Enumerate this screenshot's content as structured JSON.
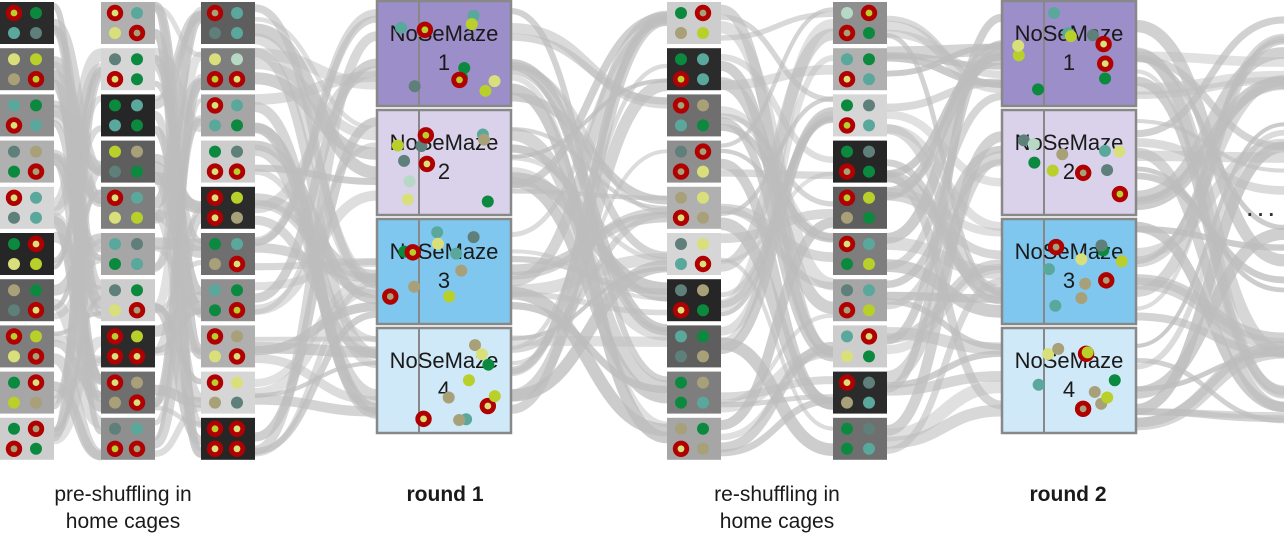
{
  "arena": {
    "name": "NoSeMaze"
  },
  "stages": {
    "pre_shuffling": {
      "line1": "pre-shuffling in",
      "line2": "home cages"
    },
    "round1": {
      "label": "round 1"
    },
    "re_shuffling": {
      "line1": "re-shuffling in",
      "line2": "home cages"
    },
    "round2": {
      "label": "round 2"
    }
  },
  "continuation": "...",
  "colors": {
    "cage_shades": [
      "#2b2b2b",
      "#6f6f6f",
      "#8f8f8f",
      "#b0b0b0",
      "#d6d6d6",
      "#262626",
      "#5e5e5e",
      "#7e7e7e",
      "#a6a6a6",
      "#cdcdcd"
    ],
    "arena_fills": [
      "#9b8ec9",
      "#d9d2ea",
      "#7fc7ee",
      "#d0e9f8"
    ],
    "arena_border": "#888888",
    "flow": "#bdbdbd",
    "animal_colors": [
      "#0b8a3f",
      "#5aa89c",
      "#5f7f7a",
      "#d9df7a",
      "#b9cf2a",
      "#a8a078",
      "#b7d8c4"
    ],
    "ring_color": "#b00000"
  },
  "cage_columns": [
    {
      "animals": [
        [
          "r",
          "a",
          "b",
          "c"
        ],
        [
          "d",
          "e",
          "f",
          "r"
        ],
        [
          "b",
          "a",
          "r",
          "b"
        ],
        [
          "c",
          "f",
          "a",
          "r"
        ],
        [
          "r",
          "b",
          "c",
          "b"
        ],
        [
          "a",
          "r",
          "d",
          "e"
        ],
        [
          "f",
          "a",
          "c",
          "r"
        ],
        [
          "r",
          "e",
          "d",
          "r"
        ],
        [
          "a",
          "r",
          "e",
          "f"
        ],
        [
          "a",
          "r",
          "r",
          "a"
        ]
      ]
    },
    {
      "animals": [
        [
          "r",
          "b",
          "d",
          "r"
        ],
        [
          "c",
          "a",
          "r",
          "a"
        ],
        [
          "a",
          "b",
          "b",
          "a"
        ],
        [
          "e",
          "f",
          "c",
          "a"
        ],
        [
          "r",
          "b",
          "d",
          "e"
        ],
        [
          "b",
          "c",
          "a",
          "b"
        ],
        [
          "c",
          "a",
          "d",
          "r"
        ],
        [
          "r",
          "e",
          "r",
          "r"
        ],
        [
          "r",
          "f",
          "f",
          "r"
        ],
        [
          "c",
          "b",
          "r",
          "r"
        ]
      ]
    },
    {
      "animals": [
        [
          "r",
          "b",
          "c",
          "b"
        ],
        [
          "d",
          "g",
          "r",
          "r"
        ],
        [
          "r",
          "b",
          "b",
          "a"
        ],
        [
          "a",
          "c",
          "r",
          "r"
        ],
        [
          "r",
          "e",
          "r",
          "f"
        ],
        [
          "a",
          "b",
          "f",
          "r"
        ],
        [
          "b",
          "a",
          "a",
          "r"
        ],
        [
          "r",
          "f",
          "d",
          "r"
        ],
        [
          "r",
          "d",
          "f",
          "c"
        ],
        [
          "r",
          "r",
          "r",
          "r"
        ]
      ]
    },
    {
      "animals": [
        [
          "a",
          "r",
          "f",
          "e"
        ],
        [
          "a",
          "b",
          "r",
          "b"
        ],
        [
          "r",
          "f",
          "b",
          "a"
        ],
        [
          "c",
          "r",
          "r",
          "d"
        ],
        [
          "f",
          "d",
          "r",
          "f"
        ],
        [
          "c",
          "d",
          "b",
          "r"
        ],
        [
          "c",
          "f",
          "r",
          "a"
        ],
        [
          "b",
          "a",
          "c",
          "f"
        ],
        [
          "a",
          "f",
          "a",
          "b"
        ],
        [
          "f",
          "a",
          "r",
          "f"
        ]
      ]
    },
    {
      "animals": [
        [
          "g",
          "r",
          "r",
          "a"
        ],
        [
          "b",
          "a",
          "r",
          "b"
        ],
        [
          "a",
          "c",
          "r",
          "b"
        ],
        [
          "a",
          "c",
          "r",
          "a"
        ],
        [
          "r",
          "e",
          "f",
          "a"
        ],
        [
          "r",
          "b",
          "a",
          "e"
        ],
        [
          "c",
          "b",
          "r",
          "e"
        ],
        [
          "b",
          "r",
          "d",
          "a"
        ],
        [
          "r",
          "c",
          "f",
          "b"
        ],
        [
          "a",
          "c",
          "a",
          "b"
        ]
      ]
    }
  ],
  "arena_animals": [
    [
      "r",
      "a",
      "b",
      "b",
      "c",
      "e",
      "e",
      "d",
      "a",
      "r"
    ],
    [
      "b",
      "c",
      "r",
      "e",
      "g",
      "c",
      "f",
      "d",
      "a",
      "r"
    ],
    [
      "a",
      "f",
      "r",
      "e",
      "b",
      "c",
      "b",
      "r",
      "f",
      "d"
    ],
    [
      "r",
      "e",
      "f",
      "f",
      "b",
      "d",
      "e",
      "a",
      "r",
      "f"
    ]
  ]
}
